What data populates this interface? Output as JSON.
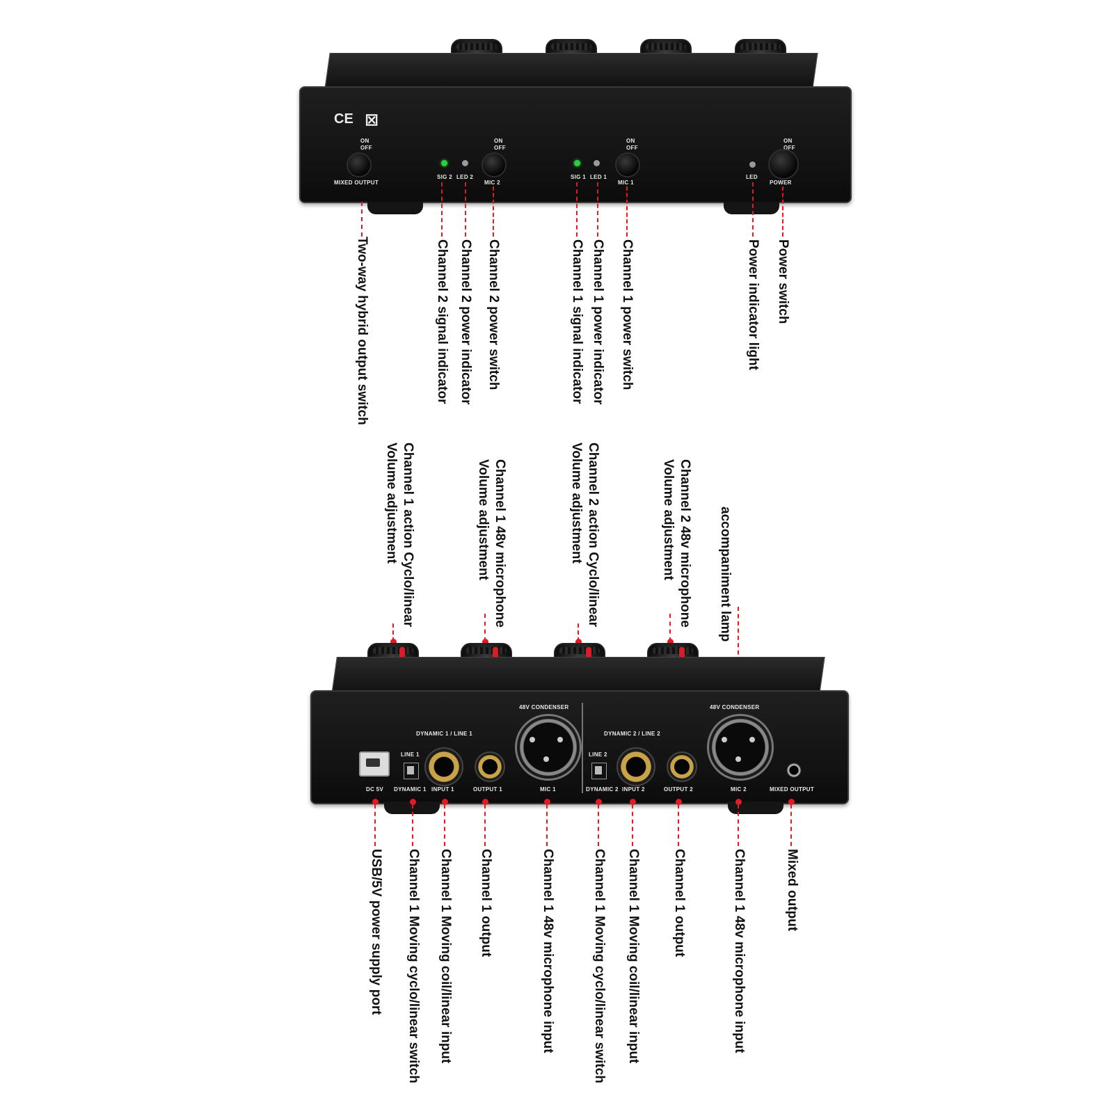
{
  "device_top": {
    "marks": {
      "ce": "CE",
      "weee": "⊠"
    },
    "silkscreen": {
      "on": "ON",
      "off": "OFF",
      "mixed_output": "MIXED OUTPUT",
      "sig2": "SIG 2",
      "led2": "LED 2",
      "mic2": "MIC 2",
      "sig1": "SIG 1",
      "led1": "LED 1",
      "mic1": "MIC 1",
      "led": "LED",
      "power": "POWER"
    }
  },
  "device_bottom": {
    "silkscreen": {
      "dynamic_line_1": "DYNAMIC 1 / LINE 1",
      "dynamic_line_2": "DYNAMIC 2 / LINE 2",
      "line1": "LINE 1",
      "line2": "LINE 2",
      "dc5v": "DC 5V",
      "dynamic1": "DYNAMIC 1",
      "dynamic2": "DYNAMIC 2",
      "input1": "INPUT 1",
      "input2": "INPUT 2",
      "output1": "OUTPUT 1",
      "output2": "OUTPUT 2",
      "mic1": "MIC 1",
      "mic2": "MIC 2",
      "mixed_output": "MIXED OUTPUT",
      "condenser_left": "48V CONDENSER",
      "condenser_right": "48V CONDENSER"
    }
  },
  "labels_top": {
    "two_way_hybrid": "Two-way hybrid output switch",
    "ch2_signal": "Channel 2 signal indicator",
    "ch2_power_indicator": "Channel 2 power indicator",
    "ch2_power_switch": "Channel 2 power switch",
    "ch1_signal": "Channel 1 signal indicator",
    "ch1_power_indicator": "Channel 1 power indicator",
    "ch1_power_switch": "Channel 1 power switch",
    "power_indicator_light": "Power indicator light",
    "power_switch": "Power switch"
  },
  "labels_mid": {
    "ch1_action_l1": "Channel 1 action Cyclo/linear",
    "ch1_action_l2": "Volume adjustment",
    "ch1_48v_l1": "Channel 1 48v microphone",
    "ch1_48v_l2": "Volume adjustment",
    "ch2_action_l1": "Channel 2 action Cyclo/linear",
    "ch2_action_l2": "Volume adjustment",
    "ch2_48v_l1": "Channel 2 48v microphone",
    "ch2_48v_l2": "Volume adjustment",
    "accompaniment_lamp": "accompaniment lamp"
  },
  "labels_bottom": {
    "usb_power": "USB/5V power supply port",
    "ch1_moving_switch": "Channel 1 Moving cyclo/linear switch",
    "ch1_moving_input": "Channel 1 Moving coil/linear input",
    "ch1_output": "Channel 1 output",
    "ch1_48v_input": "Channel 1 48v microphone input",
    "ch1_moving_switch_b": "Channel 1 Moving cyclo/linear switch",
    "ch1_moving_input_b": "Channel 1 Moving coil/linear input",
    "ch1_output_b": "Channel 1 output",
    "ch1_48v_input_b": "Channel 1 48v microphone input",
    "mixed_output": "Mixed output"
  }
}
